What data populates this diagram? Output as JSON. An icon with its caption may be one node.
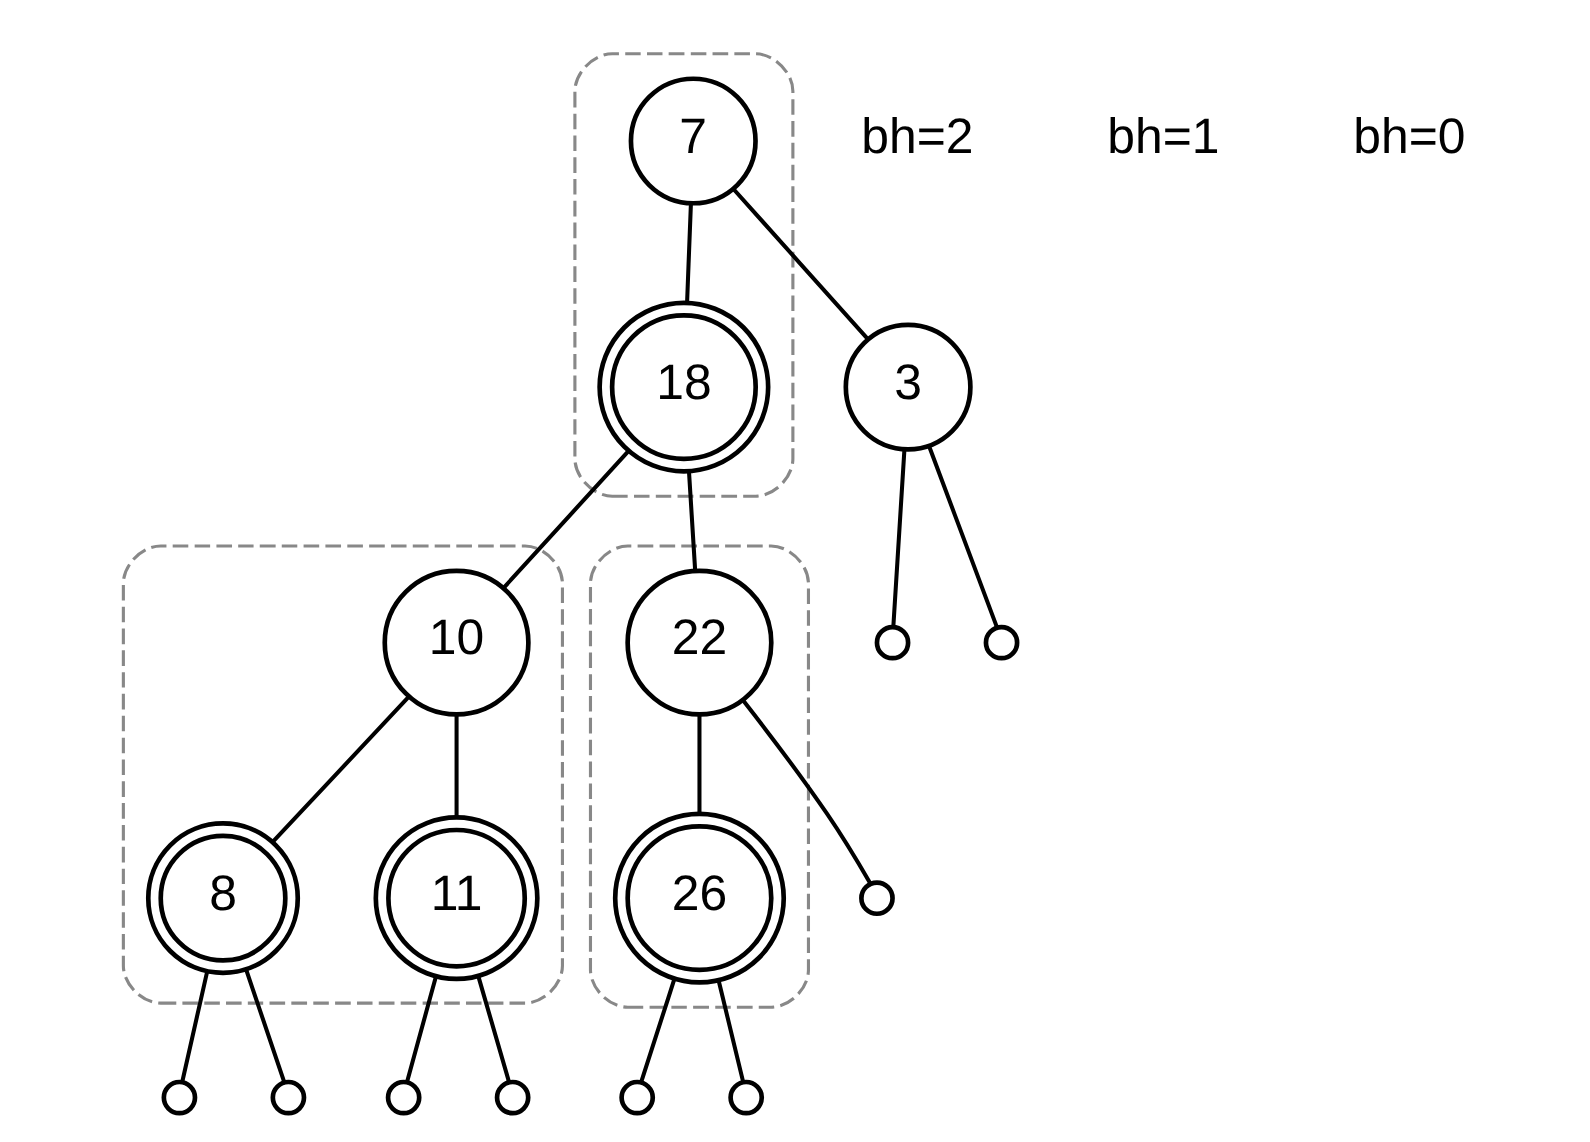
{
  "diagram": {
    "nodes": [
      {
        "text": [],
        "shape": "ellipse"
      },
      {
        "text": [
          "7"
        ],
        "in": 0
      },
      {
        "text": [
          "3"
        ]
      },
      {
        "text": [
          "18"
        ],
        "in": 0
      },
      {
        "text": [],
        "shape": "circle"
      },
      {
        "text": [],
        "shape": "circle"
      },
      {
        "text": [],
        "shape": "ellipse"
      },
      {
        "text": [
          "10"
        ],
        "in": 6
      },
      {
        "text": [],
        "shape": "ellipse"
      },
      {
        "text": [
          "22"
        ],
        "in": 8
      },
      {
        "text": [
          "8"
        ],
        "in": 6
      },
      {
        "text": [
          "11"
        ],
        "in": 6
      },
      {
        "text": [],
        "shape": "circle"
      },
      {
        "text": [
          "26"
        ],
        "in": 8
      },
      {
        "text": [],
        "shape": "circle"
      },
      {
        "text": [],
        "shape": "circle"
      },
      {
        "text": [],
        "shape": "circle"
      },
      {
        "text": [],
        "shape": "circle"
      },
      {
        "text": [],
        "shape": "circle"
      },
      {
        "text": [],
        "shape": "circle"
      }
    ],
    "edges": [
      {
        "from": 1,
        "to": 2,
        "arrow": "none"
      },
      {
        "from": 1,
        "to": 3,
        "arrow": "none"
      },
      {
        "from": 2,
        "to": 4,
        "arrow": "none"
      },
      {
        "from": 2,
        "to": 5,
        "arrow": "none"
      },
      {
        "from": 3,
        "to": 7,
        "arrow": "none"
      },
      {
        "from": 3,
        "to": 9,
        "arrow": "none"
      },
      {
        "from": 7,
        "to": 10,
        "arrow": "none"
      },
      {
        "from": 7,
        "to": 11,
        "arrow": "none"
      },
      {
        "from": 9,
        "to": 12,
        "arrow": "none"
      },
      {
        "from": 9,
        "to": 13,
        "arrow": "none"
      },
      {
        "from": 10,
        "to": 14,
        "arrow": "none"
      },
      {
        "from": 10,
        "to": 15,
        "arrow": "none"
      },
      {
        "from": 11,
        "to": 16,
        "arrow": "none"
      },
      {
        "from": 11,
        "to": 17,
        "arrow": "none"
      },
      {
        "from": 13,
        "to": 18,
        "arrow": "none"
      },
      {
        "from": 13,
        "to": 19,
        "arrow": "none"
      }
    ],
    "labels": [
      "bh=2",
      "bh=1",
      "bh=0"
    ]
  }
}
